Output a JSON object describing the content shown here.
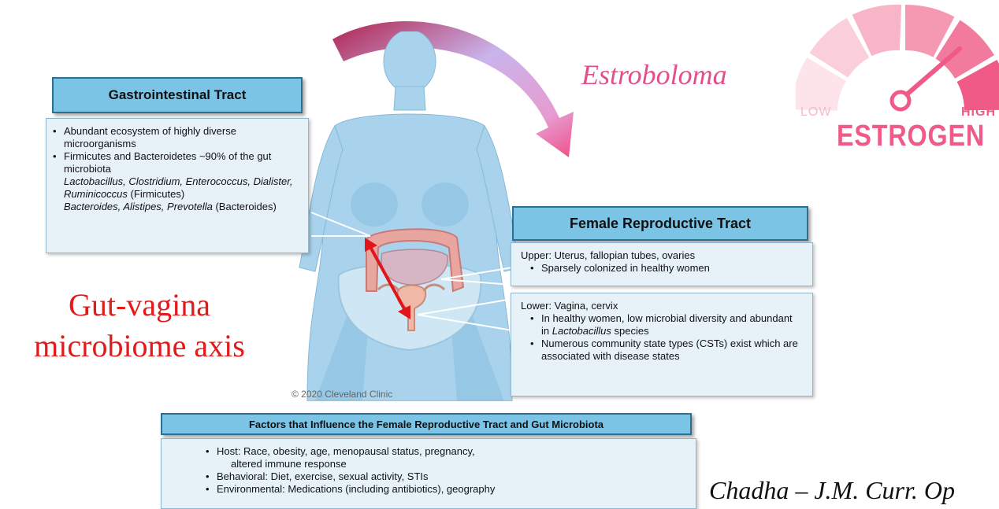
{
  "gi": {
    "title": "Gastrointestinal Tract",
    "b1": "Abundant ecosystem of highly diverse microorganisms",
    "b2": "Firmicutes and Bacteroidetes ~90% of the gut microbiota",
    "genera1": "Lactobacillus, Clostridium, Enterococcus, Dialister, Ruminicoccus",
    "genera1_group": "(Firmicutes)",
    "genera2": "Bacteroides, Alistipes, Prevotella",
    "genera2_group": "(Bacteroides)"
  },
  "frt": {
    "title": "Female Reproductive Tract",
    "upper": "Upper: Uterus, fallopian tubes, ovaries",
    "upper_b1": "Sparsely colonized in healthy women",
    "lower": "Lower: Vagina, cervix",
    "lower_b1_a": "In healthy women, low microbial diversity and abundant in",
    "lower_b1_b": "Lactobacillus",
    "lower_b1_c": "species",
    "lower_b2": "Numerous community state types (CSTs) exist which are associated with disease states"
  },
  "factors": {
    "title": "Factors that Influence the Female Reproductive Tract and Gut Microbiota",
    "host": "Host: Race, obesity, age, menopausal status, pregnancy,",
    "host_cont": "altered immune response",
    "behavioral": "Behavioral: Diet, exercise, sexual activity, STIs",
    "environmental": "Environmental: Medications (including antibiotics), geography"
  },
  "estroboloma": "Estroboloma",
  "axis_label": [
    "Gut-vagina",
    "microbiome axis"
  ],
  "copyright": "© 2020 Cleveland Clinic",
  "citation": "Chadha – J.M. Curr. Op",
  "gauge": {
    "low": "LOW",
    "high": "HIGH",
    "label": "ESTROGEN",
    "level": 0.8
  },
  "colors": {
    "axis_text": "#e21a1a",
    "estroboloma": "#e0508a",
    "gauge_pink": "#ef5b86",
    "header_blue": "#7cc4e6"
  }
}
